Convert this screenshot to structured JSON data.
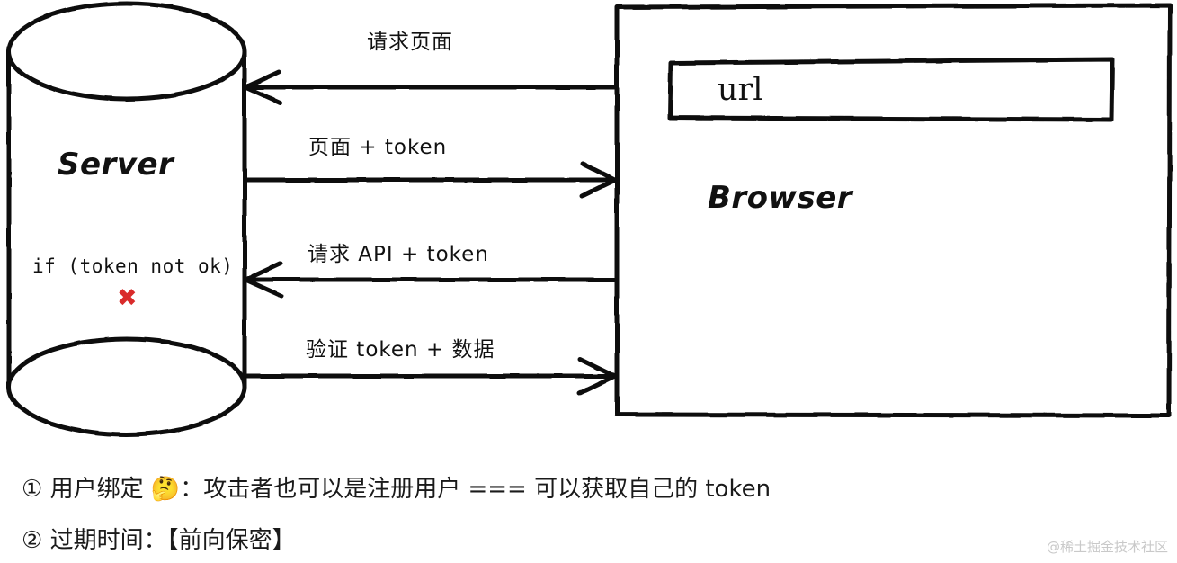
{
  "diagram": {
    "server": {
      "label": "Server",
      "condition": "if (token not ok)",
      "cross_icon": "✖"
    },
    "browser": {
      "label": "Browser",
      "url_field_value": "url"
    },
    "arrows": [
      {
        "label": "请求页面",
        "direction": "left"
      },
      {
        "label": "页面 + token",
        "direction": "right"
      },
      {
        "label": "请求 API + token",
        "direction": "left"
      },
      {
        "label": "验证 token + 数据",
        "direction": "right"
      }
    ]
  },
  "notes": [
    "① 用户绑定 🤔：攻击者也可以是注册用户 === 可以获取自己的 token",
    "② 过期时间：【前向保密】"
  ],
  "watermark": "@稀土掘金技术社区",
  "colors": {
    "stroke": "#111111",
    "cross_red": "#d92b2b",
    "background": "#ffffff",
    "watermark": "#c9c9c9"
  }
}
